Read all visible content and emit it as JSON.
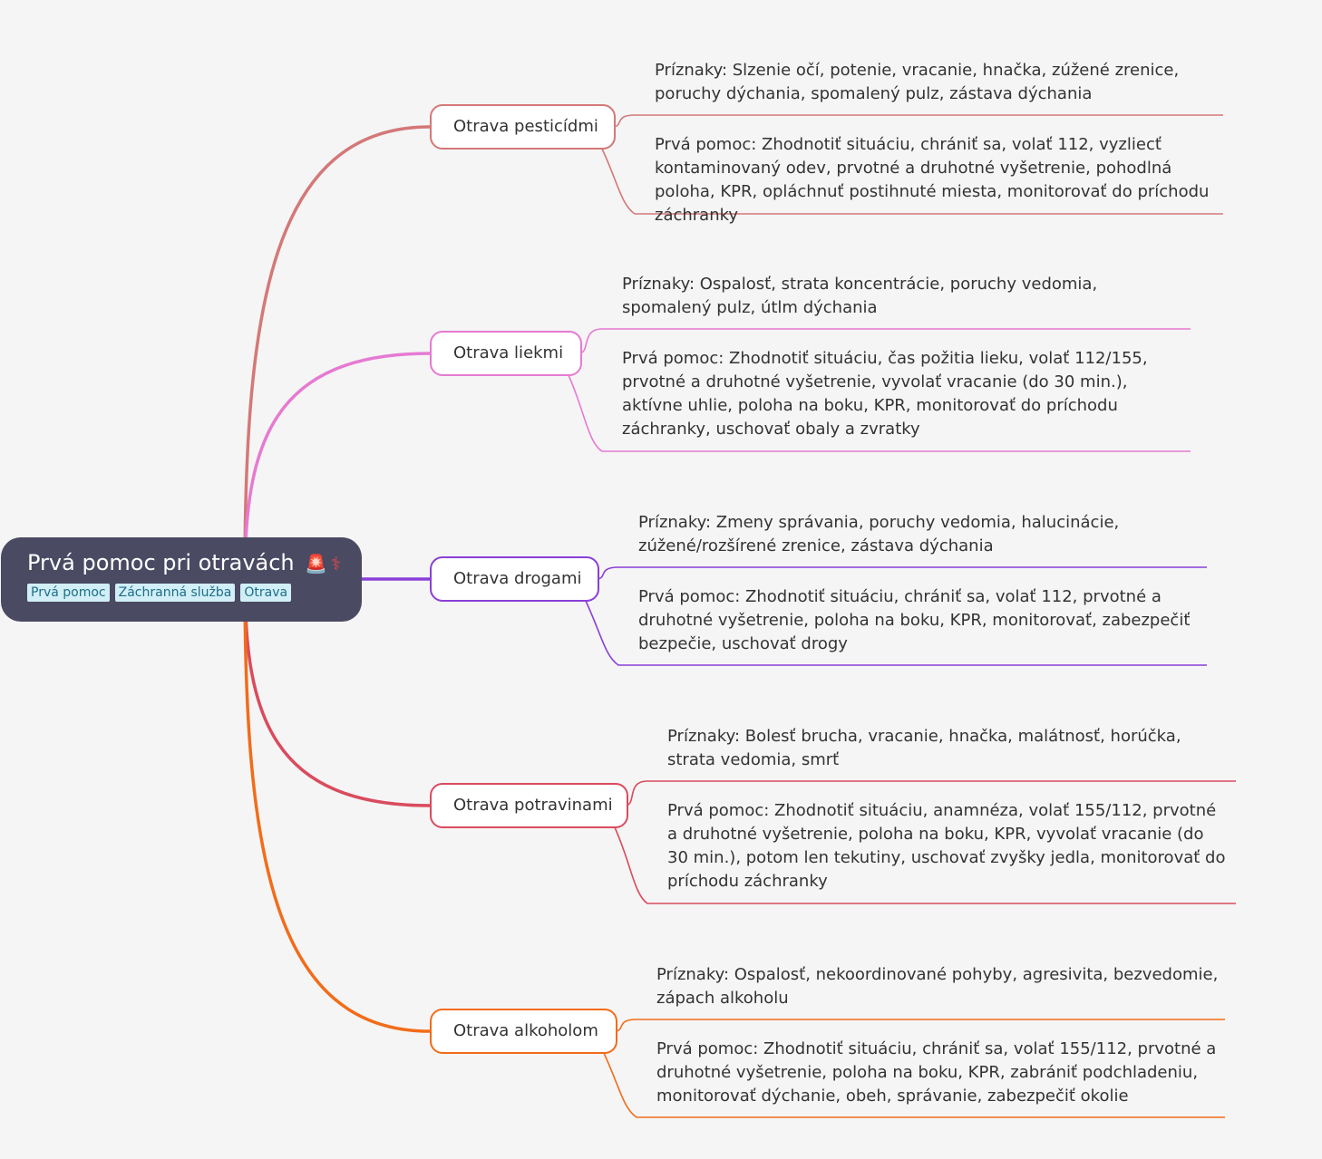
{
  "root": {
    "title": "Prvá pomoc pri otravách",
    "emoji": "🚨",
    "emoji2": "⚕",
    "tags": [
      "Prvá pomoc",
      "Záchranná služba",
      "Otrava"
    ]
  },
  "branches": [
    {
      "label": "Otrava pesticídmi",
      "color": "#d47878",
      "symptoms": "Príznaky: Slzenie očí, potenie, vracanie, hnačka, zúžené zrenice, poruchy dýchania, spomalený pulz, zástava dýchania",
      "first_aid": "Prvá pomoc: Zhodnotiť situáciu, chrániť sa, volať 112, vyzliecť kontaminovaný odev, prvotné a druhotné vyšetrenie, pohodlná poloha, KPR, opláchnuť postihnuté miesta, monitorovať do príchodu záchranky"
    },
    {
      "label": "Otrava liekmi",
      "color": "#e67ad2",
      "symptoms": "Príznaky: Ospalosť, strata koncentrácie, poruchy vedomia, spomalený pulz, útlm dýchania",
      "first_aid": "Prvá pomoc: Zhodnotiť situáciu, čas požitia lieku, volať 112/155, prvotné a druhotné vyšetrenie, vyvolať vracanie (do 30 min.), aktívne uhlie, poloha na boku, KPR, monitorovať do príchodu záchranky, uschovať obaly a zvratky"
    },
    {
      "label": "Otrava drogami",
      "color": "#8a3fd8",
      "symptoms": "Príznaky: Zmeny správania, poruchy vedomia, halucinácie, zúžené/rozšírené zrenice, zástava dýchania",
      "first_aid": "Prvá pomoc: Zhodnotiť situáciu, chrániť sa, volať 112, prvotné a druhotné vyšetrenie, poloha na boku, KPR, monitorovať, zabezpečiť bezpečie, uschovať drogy"
    },
    {
      "label": "Otrava potravinami",
      "color": "#d94b5e",
      "symptoms": "Príznaky: Bolesť brucha, vracanie, hnačka, malátnosť, horúčka, strata vedomia, smrť",
      "first_aid": "Prvá pomoc: Zhodnotiť situáciu, anamnéza, volať 155/112, prvotné a druhotné vyšetrenie, poloha na boku, KPR, vyvolať vracanie (do 30 min.), potom len tekutiny, uschovať zvyšky jedla, monitorovať do príchodu záchranky"
    },
    {
      "label": "Otrava alkoholom",
      "color": "#f26c1a",
      "symptoms": "Príznaky: Ospalosť, nekoordinované pohyby, agresivita, bezvedomie, zápach alkoholu",
      "first_aid": "Prvá pomoc: Zhodnotiť situáciu, chrániť sa, volať 155/112, prvotné a druhotné vyšetrenie, poloha na boku, KPR, zabrániť podchladeniu, monitorovať dýchanie, obeh, správanie, zabezpečiť okolie"
    }
  ]
}
